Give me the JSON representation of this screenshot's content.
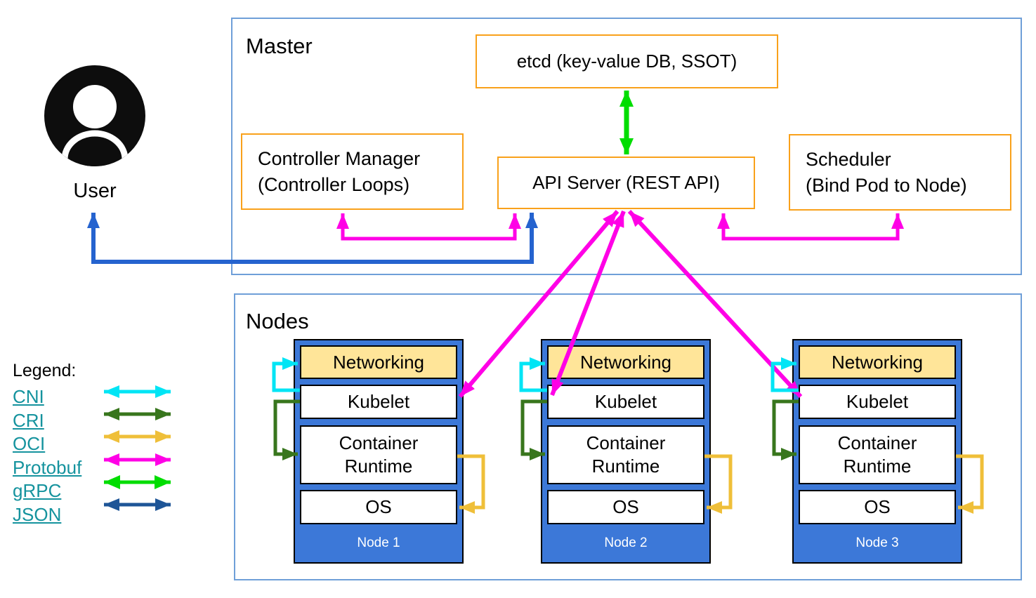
{
  "user": {
    "label": "User"
  },
  "master": {
    "title": "Master",
    "etcd_label": "etcd (key-value DB, SSOT)",
    "controller_manager_line1": "Controller Manager",
    "controller_manager_line2": "(Controller Loops)",
    "api_server_label": "API Server (REST API)",
    "scheduler_line1": "Scheduler",
    "scheduler_line2": "(Bind Pod to Node)"
  },
  "nodes": {
    "title": "Nodes",
    "layers": {
      "networking": "Networking",
      "kubelet": "Kubelet",
      "runtime": "Container Runtime",
      "os": "OS"
    },
    "items": [
      {
        "name": "Node 1"
      },
      {
        "name": "Node 2"
      },
      {
        "name": "Node 3"
      }
    ]
  },
  "legend": {
    "title": "Legend:",
    "items": [
      {
        "label": "CNI",
        "color": "#00e5f5"
      },
      {
        "label": "CRI",
        "color": "#38761d"
      },
      {
        "label": "OCI",
        "color": "#efbf39"
      },
      {
        "label": "Protobuf",
        "color": "#ff00e6"
      },
      {
        "label": "gRPC",
        "color": "#00dd00"
      },
      {
        "label": "JSON",
        "color": "#1e5597"
      }
    ]
  },
  "colors": {
    "cni": "#00e5f5",
    "cri": "#38761d",
    "oci": "#efbf39",
    "protobuf": "#ff00e6",
    "grpc": "#00dd00",
    "json": "#1e5597",
    "user_arrow": "#2563cf",
    "box_border": "#f9a11b",
    "section_border": "#6f9fd8",
    "node_fill": "#3c78d8",
    "networking_fill": "#ffe599",
    "legend_link": "#15939e"
  }
}
